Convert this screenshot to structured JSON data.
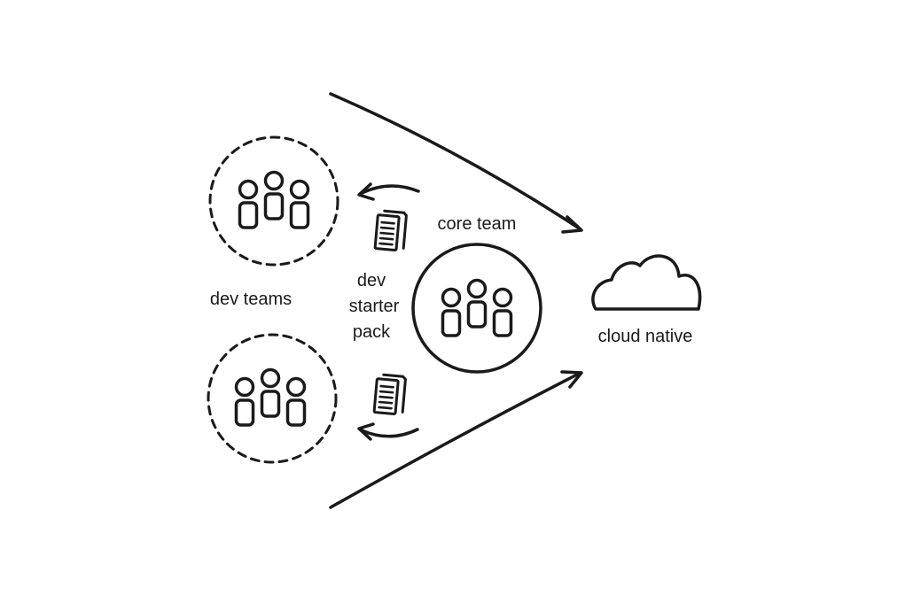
{
  "labels": {
    "core_team": "core team",
    "dev_teams": "dev teams",
    "dev_starter_pack": [
      "dev",
      "starter",
      "pack"
    ],
    "cloud_native": "cloud native"
  },
  "colors": {
    "ink": "#1a1a1a",
    "background": "#ffffff"
  },
  "icons": {
    "team": "people-group-icon",
    "document": "document-stack-icon",
    "cloud": "cloud-icon"
  }
}
